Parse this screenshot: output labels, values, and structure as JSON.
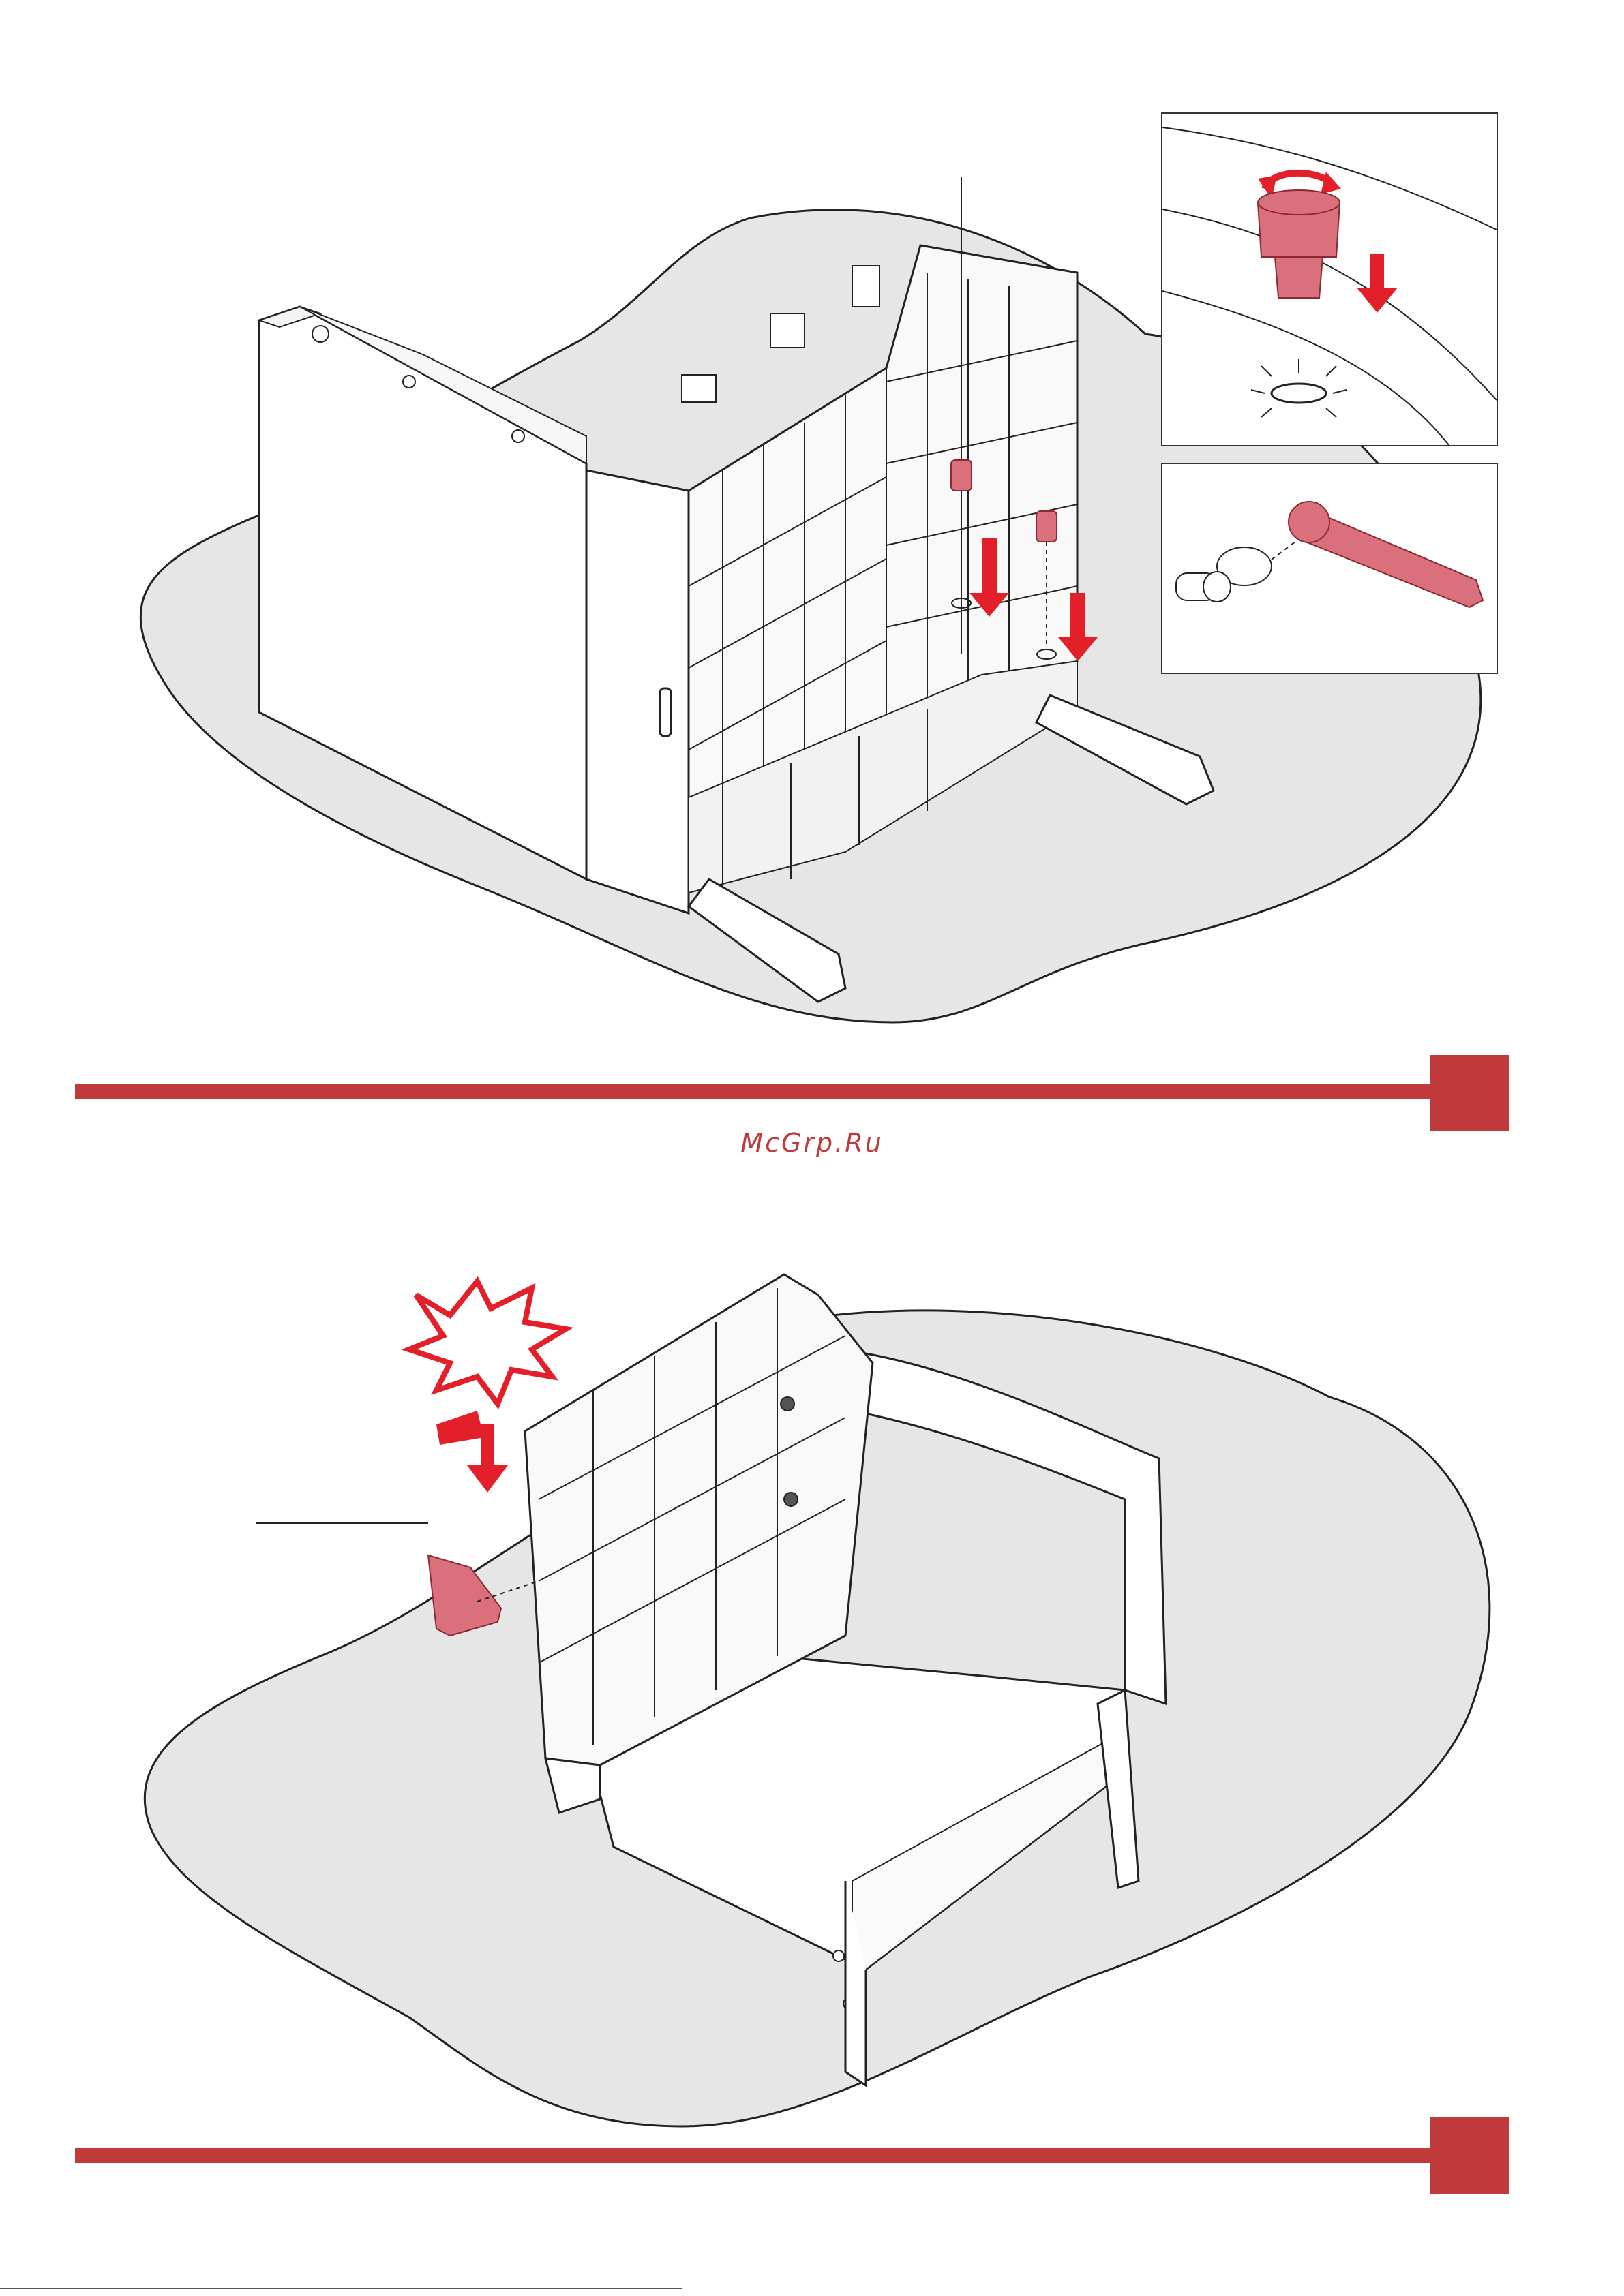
{
  "page": {
    "watermark": "McGrp.Ru",
    "colors": {
      "accent_red": "#c0393b",
      "part_pink": "#d9707c",
      "floor_grey": "#e6e6e6",
      "line_dark": "#222222",
      "arrow_red": "#e3202a"
    }
  },
  "step_1": {
    "illustration": "sofa-frame-upside-down-legs",
    "detail_icons": [
      "rotate-arrows-icon",
      "leg-adjuster-icon",
      "wrench-icon"
    ]
  },
  "step_2": {
    "illustration": "sofa-module-armrest",
    "detail_icons": [
      "impact-burst-icon",
      "push-down-arrow-icon"
    ]
  }
}
